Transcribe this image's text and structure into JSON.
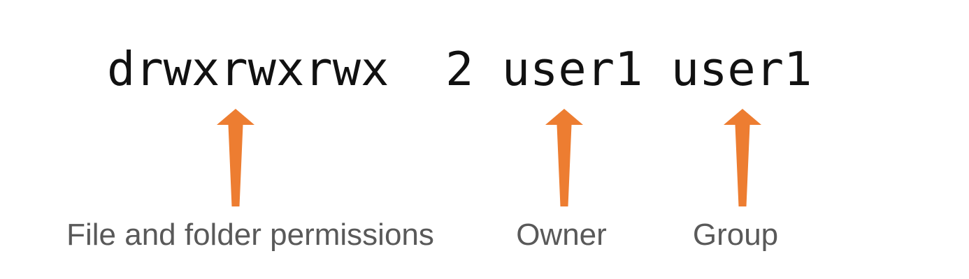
{
  "diagram": {
    "listing_text": "drwxrwxrwx  2 user1 user1",
    "annotations": [
      {
        "label": "File and folder permissions"
      },
      {
        "label": "Owner"
      },
      {
        "label": "Group"
      }
    ],
    "icons": {
      "arrow": "up-arrow"
    },
    "colors": {
      "background": "#FFFFFF",
      "listing_text": "#111111",
      "label_text": "#595959",
      "arrow": "#ED7D31"
    }
  }
}
